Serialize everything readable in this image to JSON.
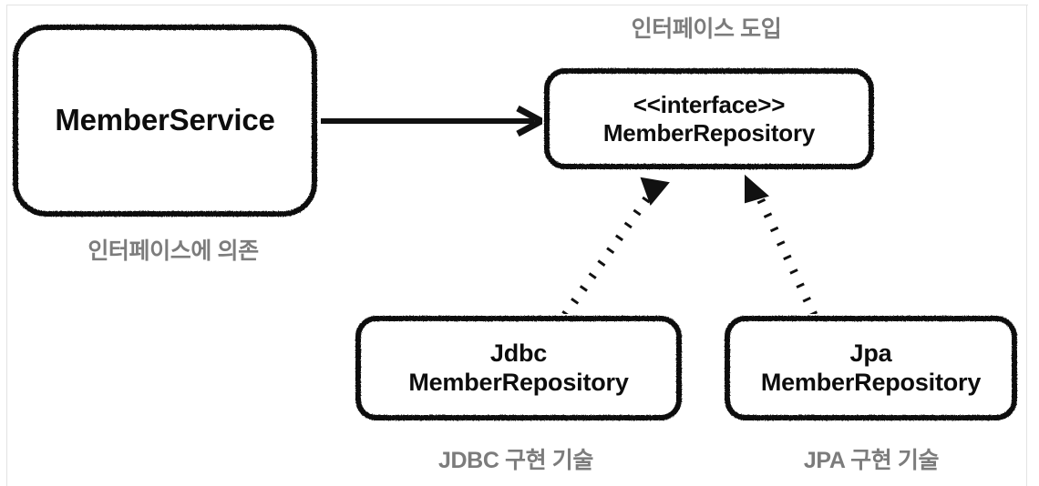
{
  "diagram": {
    "title_caption": "인터페이스 도입",
    "nodes": [
      {
        "id": "member-service",
        "label": "MemberService",
        "caption": "인터페이스에 의존"
      },
      {
        "id": "member-repository",
        "label": "<<interface>>\nMemberRepository",
        "caption": "인터페이스 도입"
      },
      {
        "id": "jdbc-member-repository",
        "label": "Jdbc\nMemberRepository",
        "caption": "JDBC 구현 기술"
      },
      {
        "id": "jpa-member-repository",
        "label": "Jpa\nMemberRepository",
        "caption": "JPA 구현 기술"
      }
    ],
    "captions": {
      "interface_intro": "인터페이스 도입",
      "depends_on_interface": "인터페이스에 의존",
      "jdbc_tech": "JDBC 구현 기술",
      "jpa_tech": "JPA 구현 기술"
    },
    "edges": [
      {
        "id": "uses",
        "from": "member-service",
        "to": "member-repository",
        "style": "solid",
        "arrowhead": "open",
        "label": ""
      },
      {
        "id": "jdbc-implements",
        "from": "jdbc-member-repository",
        "to": "member-repository",
        "style": "dotted",
        "arrowhead": "closed-triangle",
        "label": ""
      },
      {
        "id": "jpa-implements",
        "from": "jpa-member-repository",
        "to": "member-repository",
        "style": "dotted",
        "arrowhead": "closed-triangle",
        "label": ""
      }
    ],
    "colors": {
      "background": "#ffffff",
      "stroke": "#111111",
      "node_text": "#0d0d0d",
      "caption_text": "#7c7c7c",
      "page_rule": "#e3e3e3"
    }
  }
}
